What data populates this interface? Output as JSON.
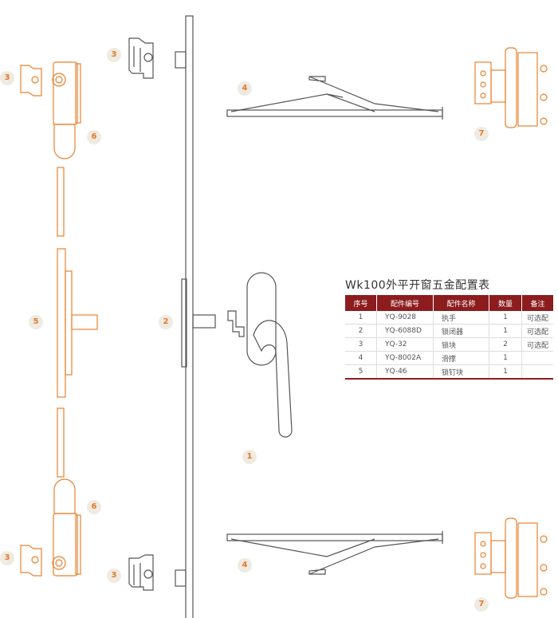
{
  "colors": {
    "accent": "#e8812e",
    "header": "#8c1c1e",
    "line": "#555555"
  },
  "labels": [
    "3",
    "3",
    "6",
    "4",
    "7",
    "5",
    "2",
    "1",
    "6",
    "3",
    "3",
    "4",
    "7"
  ],
  "table": {
    "title": "Wk100外平开窗五金配置表",
    "headers": [
      "序号",
      "配件编号",
      "配件名称",
      "数量",
      "备注"
    ],
    "rows": [
      [
        "1",
        "YQ-9028",
        "执手",
        "1",
        "可选配"
      ],
      [
        "2",
        "YQ-6088D",
        "锁闭器",
        "1",
        "可选配"
      ],
      [
        "3",
        "YQ-32",
        "锁块",
        "2",
        "可选配"
      ],
      [
        "4",
        "YQ-8002A",
        "滑撑",
        "1",
        ""
      ],
      [
        "5",
        "YQ-46",
        "锁钉块",
        "1",
        ""
      ]
    ]
  }
}
